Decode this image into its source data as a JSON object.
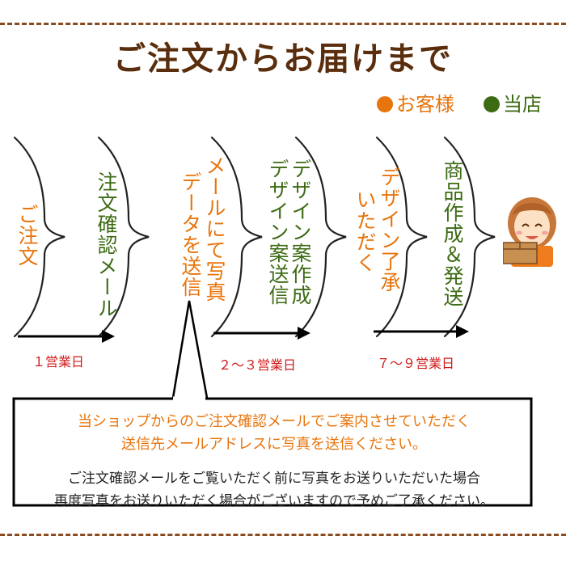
{
  "title": "ご注文からお届けまで",
  "legend": {
    "customer": "お客様",
    "shop": "当店",
    "customer_color": "#e8740c",
    "shop_color": "#3d6b14"
  },
  "steps": [
    {
      "text": "ご注文",
      "actor": "customer"
    },
    {
      "text": "注文確認メール",
      "actor": "shop"
    },
    {
      "col1": "メールにて写真",
      "col2": "データを送信",
      "actor": "customer"
    },
    {
      "col1": "デザイン案作成",
      "col2": "デザイン案送信",
      "actor": "shop"
    },
    {
      "col1": "デザイン了承",
      "col2": "いただく",
      "actor": "customer"
    },
    {
      "text": "商品作成＆発送",
      "actor": "shop"
    }
  ],
  "durations": [
    "１営業日",
    "２～３営業日",
    "７～９営業日"
  ],
  "notice": {
    "line1": "当ショップからのご注文確認メールでご案内させていただく",
    "line2": "送信先メールアドレスに写真を送信ください。",
    "line3": "ご注文確認メールをご覧いただく前に写真をお送りいただいた場合",
    "line4": "再度写真をお送りいただく場合がございますので予めご了承ください。"
  },
  "icons": {
    "customer_dot": "orange-dot-icon",
    "shop_dot": "green-dot-icon",
    "arrow": "right-arrow-icon",
    "staff": "staff-with-box-icon"
  }
}
